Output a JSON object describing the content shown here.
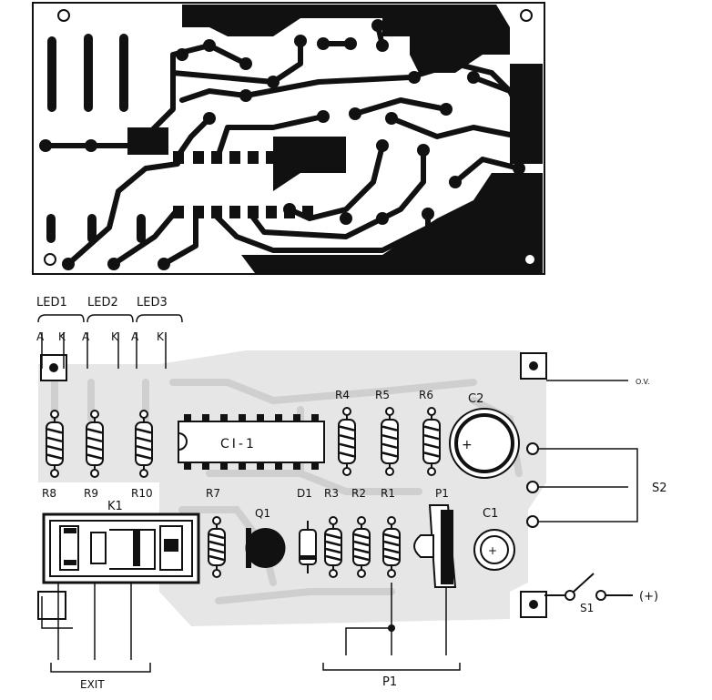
{
  "colors": {
    "ink": "#111111",
    "board": "#e6e6e6",
    "board_trace": "#cfcfcf",
    "paper": "#ffffff"
  },
  "led_labels": [
    "LED1",
    "LED2",
    "LED3"
  ],
  "led_pins": [
    "A",
    "K",
    "A",
    "K",
    "A",
    "K"
  ],
  "components": {
    "ic": "CI-1",
    "c2": "C2",
    "c1": "C1",
    "relay": "K1",
    "transistor": "Q1",
    "diode": "D1",
    "trimmer": "P1",
    "switch": "S1",
    "resistors_top": [
      "R4",
      "R5",
      "R6"
    ],
    "resistors_left": [
      "R8",
      "R9",
      "R10"
    ],
    "resistors_bottom": [
      "R7",
      "R3",
      "R2",
      "R1"
    ]
  },
  "side_labels": {
    "ov": "O.V.",
    "s2": "S2",
    "plus": "(+)"
  },
  "bottom_labels": {
    "exit": "EXIT",
    "p1": "P1"
  }
}
